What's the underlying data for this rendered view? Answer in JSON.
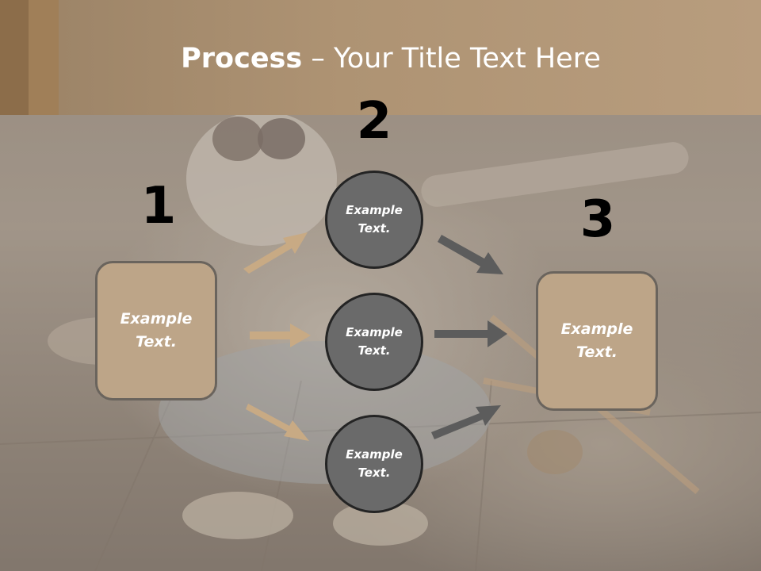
{
  "title": {
    "bold": "Process",
    "rest": " – Your Title Text Here"
  },
  "steps": {
    "one": "1",
    "two": "2",
    "three": "3"
  },
  "left_box": {
    "label": "Example Text."
  },
  "right_box": {
    "label": "Example Text."
  },
  "circles": [
    {
      "label": "Example Text."
    },
    {
      "label": "Example Text."
    },
    {
      "label": "Example Text."
    }
  ],
  "colors": {
    "header": "#b09676",
    "box_fill": "#bda588",
    "circle_fill": "#6a6a6a",
    "arrow_left": "#c8aa84",
    "arrow_right": "#5c5c5c"
  }
}
